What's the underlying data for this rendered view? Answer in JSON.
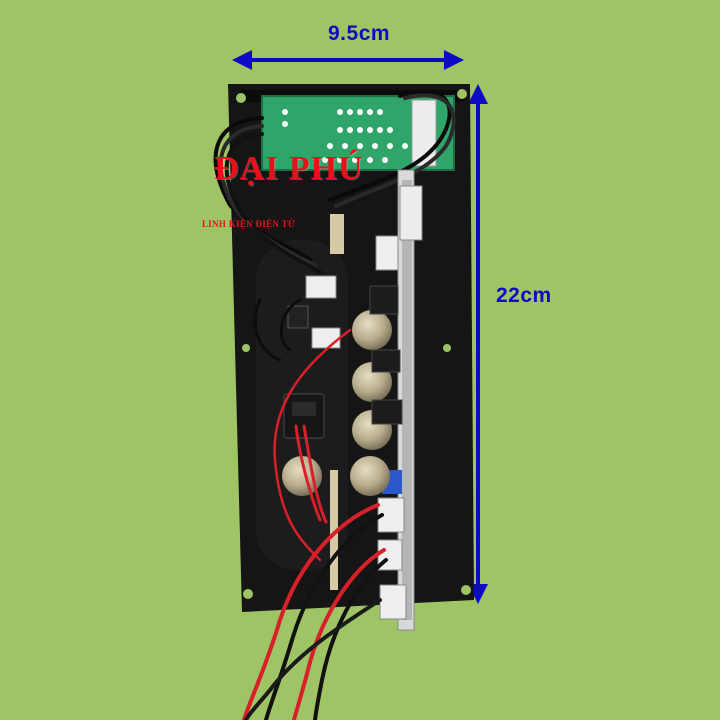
{
  "dimensions": {
    "width_label": "9.5cm",
    "height_label": "22cm"
  },
  "watermark": {
    "brand": "ĐẠI PHÚ",
    "tagline": "LINH KIỆN ĐIỆN TỬ"
  },
  "colors": {
    "background": "#9ec465",
    "arrow": "#0d0bc4",
    "board": "#151515",
    "pcb_green": "#2fa56a",
    "logo_red": "#e8101a",
    "wire_red": "#d8202a"
  }
}
